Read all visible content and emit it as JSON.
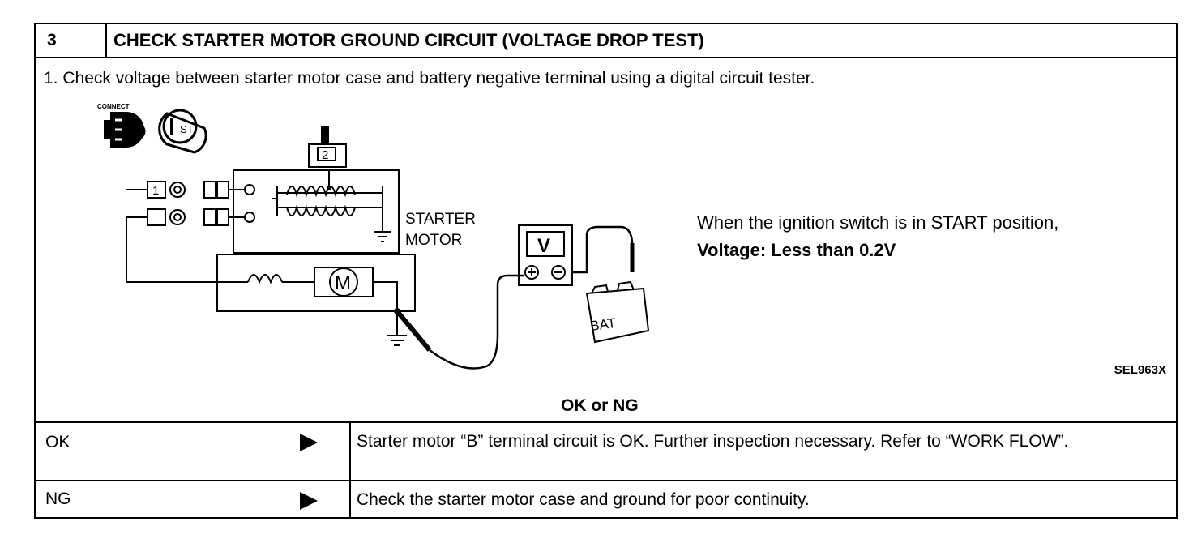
{
  "step": {
    "number": "3",
    "title": "CHECK STARTER MOTOR GROUND CIRCUIT (VOLTAGE DROP TEST)"
  },
  "instruction": "1. Check voltage between starter motor case and battery negative terminal using a digital circuit tester.",
  "icons": {
    "connect_label": "CONNECT",
    "ignition_label": "ST"
  },
  "diagram": {
    "terminal_1": "1",
    "terminal_2": "2",
    "starter_label_line1": "STARTER",
    "starter_label_line2": "MOTOR",
    "motor_symbol": "M",
    "meter_symbol": "V",
    "battery_label": "BAT",
    "figure_code": "SEL963X"
  },
  "spec": {
    "condition": "When the ignition switch is in START position,",
    "value": "Voltage: Less than 0.2V"
  },
  "result_prompt": "OK or NG",
  "results": [
    {
      "label": "OK",
      "action": "Starter motor “B” terminal circuit is OK. Further inspection necessary. Refer to “WORK FLOW”."
    },
    {
      "label": "NG",
      "action": "Check the starter motor case and ground for poor continuity."
    }
  ]
}
